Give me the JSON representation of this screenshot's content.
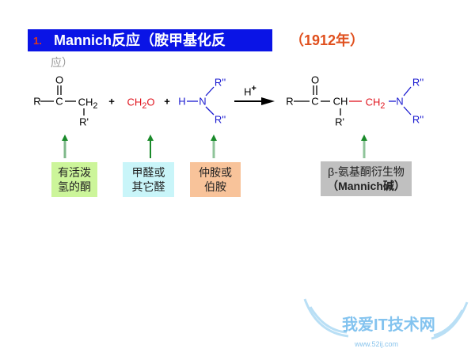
{
  "title": {
    "number": "1.",
    "text": "Mannich反应（胺甲基化反",
    "continuation": "应）",
    "year": "（1912年）"
  },
  "reaction": {
    "ketone": {
      "R": "R",
      "C": "C",
      "O": "O",
      "CH2": "CH",
      "CH2_sub": "2",
      "R_prime": "R'"
    },
    "plus1": "+",
    "formaldehyde": {
      "text": "CH",
      "sub": "2",
      "tail": "O"
    },
    "plus2": "+",
    "amine": {
      "H": "H",
      "N": "N",
      "R1": "R''",
      "R2": "R''"
    },
    "catalyst": {
      "text": "H",
      "sup": "+"
    },
    "product": {
      "R": "R",
      "C": "C",
      "O": "O",
      "CH": "CH",
      "CH2": "CH",
      "CH2_sub": "2",
      "R_prime": "R'",
      "N": "N",
      "R1": "R''",
      "R2": "R''"
    }
  },
  "labels": [
    {
      "line1": "有活泼",
      "line2": "氢的酮",
      "color": "#ccf59a"
    },
    {
      "line1": "甲醛或",
      "line2": "其它醛",
      "color": "#c9f5f9"
    },
    {
      "line1": "仲胺或",
      "line2": "伯胺",
      "color": "#f8c39a"
    },
    {
      "line1": "β-氨基酮衍生物",
      "line2": "（Mannich碱）",
      "color": "#c0c0c0"
    }
  ],
  "watermark": {
    "text": "我爱IT技术网",
    "url": "www.52ij.com"
  }
}
